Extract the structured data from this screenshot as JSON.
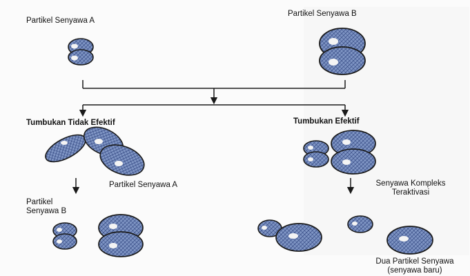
{
  "labels": {
    "compound_a_top": "Partikel Senyawa A",
    "compound_b_top": "Partikel Senyawa B",
    "ineffective_collision": "Tumbukan Tidak Efektif",
    "effective_collision": "Tumbukan Efektif",
    "compound_a_bottom": "Partikel Senyawa A",
    "compound_b_bottom_line1": "Partikel",
    "compound_b_bottom_line2": "Senyawa B",
    "activated_complex_line1": "Senyawa Kompleks",
    "activated_complex_line2": "Teraktivasi",
    "two_new_particles_line1": "Dua Partikel Senyawa",
    "two_new_particles_line2": "(senyawa baru)"
  },
  "colors": {
    "ink": "#1a1a1a",
    "particle_fill": "#7f95c4",
    "particle_hatch": "#2a3f7a",
    "highlight": "#f4f4f4",
    "background": "#fbfbfb",
    "ghost_text": "#cfcfcf"
  }
}
